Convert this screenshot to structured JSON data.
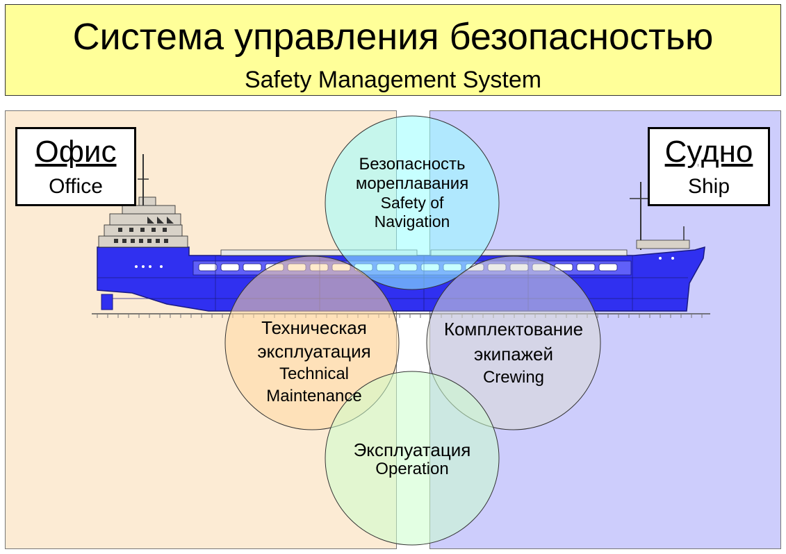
{
  "title": {
    "ru": "Система управления безопасностью",
    "en": "Safety Management System"
  },
  "office": {
    "ru": "Офис",
    "en": "Office"
  },
  "ship": {
    "ru": "Судно",
    "en": "Ship"
  },
  "circles": {
    "safety_navigation": {
      "ru_lines": [
        "Безопасность",
        "мореплавания"
      ],
      "en_lines": [
        "Safety of",
        "Navigation"
      ],
      "fill": "#99ffff"
    },
    "technical_maintenance": {
      "ru_lines": [
        "Техническая",
        "эксплуатация"
      ],
      "en_lines": [
        "Technical",
        "Maintenance"
      ],
      "fill": "#ffd9a3"
    },
    "crewing": {
      "ru_lines": [
        "Комплектование",
        "экипажей"
      ],
      "en_lines": [
        "Crewing"
      ],
      "fill": "#dcdcd6"
    },
    "operation": {
      "ru_lines": [
        "Эксплуатация"
      ],
      "en_lines": [
        "Operation"
      ],
      "fill": "#ccffcc"
    }
  },
  "colors": {
    "title_background": "#ffff99",
    "office_background": "#fcebd4",
    "ship_background": "#cdcdfc",
    "ship_hull": "#3030f0"
  }
}
